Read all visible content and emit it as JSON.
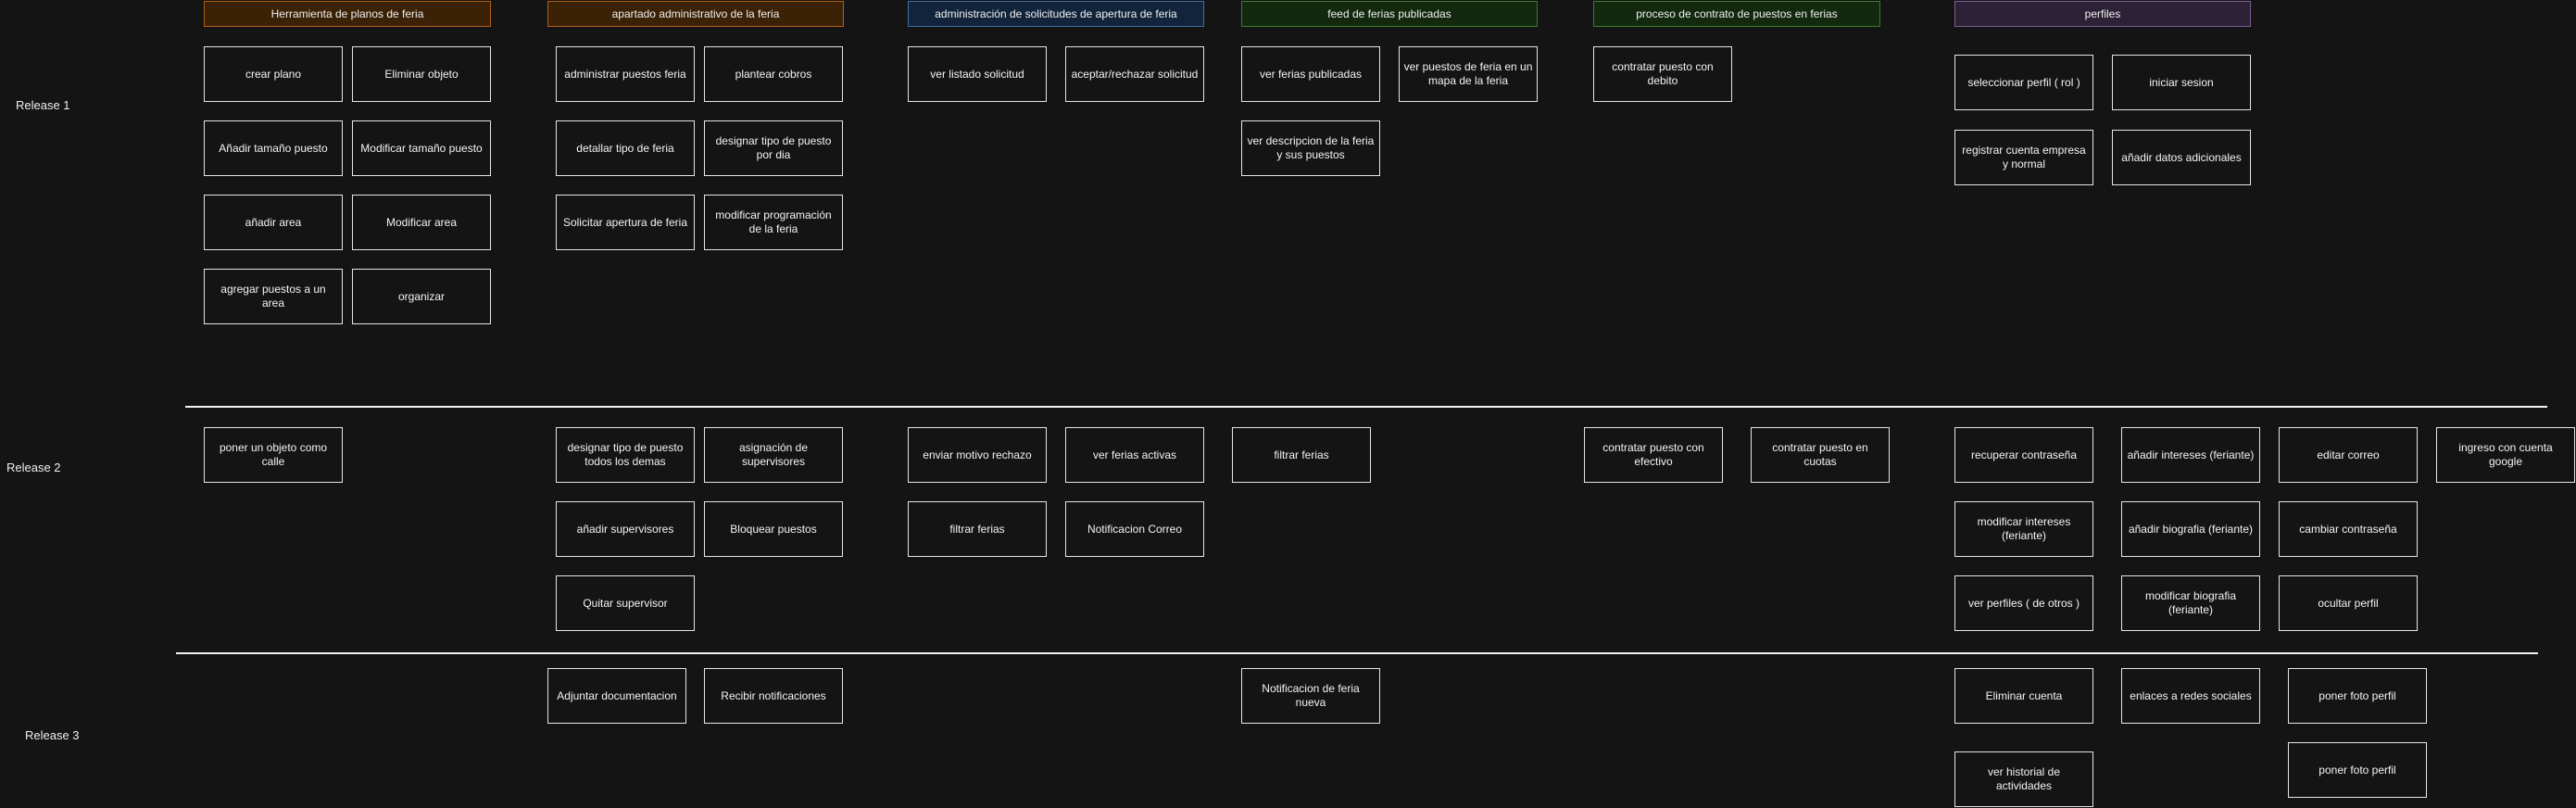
{
  "colors": {
    "background": "#141414",
    "card_border": "#e6e6e6",
    "divider": "#f2f2f2"
  },
  "headers": [
    {
      "id": "planos",
      "label": "Herramienta de planos de feria",
      "fill": "#3b2106",
      "stroke": "#b05f15"
    },
    {
      "id": "admin",
      "label": "apartado administrativo de la feria",
      "fill": "#3b2106",
      "stroke": "#b05f15"
    },
    {
      "id": "solicitudes",
      "label": "administración de solicitudes de apertura  de feria",
      "fill": "#12243b",
      "stroke": "#3b6fa6"
    },
    {
      "id": "feed",
      "label": "feed de ferias publicadas",
      "fill": "#12290e",
      "stroke": "#3e7a2e"
    },
    {
      "id": "contrato",
      "label": "proceso de contrato de puestos en ferias",
      "fill": "#12290e",
      "stroke": "#3e7a2e"
    },
    {
      "id": "perfiles",
      "label": "perfiles",
      "fill": "#2c2136",
      "stroke": "#7b5e96"
    }
  ],
  "releases": [
    {
      "id": "r1",
      "label": "Release 1"
    },
    {
      "id": "r2",
      "label": "Release 2"
    },
    {
      "id": "r3",
      "label": "Release 3"
    }
  ],
  "cards": [
    {
      "label": "crear plano",
      "release": "r1",
      "epic": "planos"
    },
    {
      "label": "Eliminar objeto",
      "release": "r1",
      "epic": "planos"
    },
    {
      "label": "Añadir  tamaño puesto",
      "release": "r1",
      "epic": "planos"
    },
    {
      "label": "Modificar tamaño puesto",
      "release": "r1",
      "epic": "planos"
    },
    {
      "label": "añadir area",
      "release": "r1",
      "epic": "planos"
    },
    {
      "label": "Modificar area",
      "release": "r1",
      "epic": "planos"
    },
    {
      "label": "agregar puestos a un area",
      "release": "r1",
      "epic": "planos"
    },
    {
      "label": "organizar",
      "release": "r1",
      "epic": "planos"
    },
    {
      "label": "administrar puestos feria",
      "release": "r1",
      "epic": "admin"
    },
    {
      "label": "plantear cobros",
      "release": "r1",
      "epic": "admin"
    },
    {
      "label": "detallar tipo de feria",
      "release": "r1",
      "epic": "admin"
    },
    {
      "label": "designar tipo de puesto por dia",
      "release": "r1",
      "epic": "admin"
    },
    {
      "label": "Solicitar apertura de feria",
      "release": "r1",
      "epic": "admin"
    },
    {
      "label": "modificar programación de la feria",
      "release": "r1",
      "epic": "admin"
    },
    {
      "label": "ver listado solicitud",
      "release": "r1",
      "epic": "solicitudes"
    },
    {
      "label": "aceptar/rechazar solicitud",
      "release": "r1",
      "epic": "solicitudes"
    },
    {
      "label": "ver ferias publicadas",
      "release": "r1",
      "epic": "feed"
    },
    {
      "label": "ver puestos de feria en un mapa de la feria",
      "release": "r1",
      "epic": "feed"
    },
    {
      "label": "ver  descripcion de la feria y sus puestos",
      "release": "r1",
      "epic": "feed"
    },
    {
      "label": "contratar puesto con debito",
      "release": "r1",
      "epic": "contrato"
    },
    {
      "label": "seleccionar perfil ( rol )",
      "release": "r1",
      "epic": "perfiles"
    },
    {
      "label": "iniciar sesion",
      "release": "r1",
      "epic": "perfiles"
    },
    {
      "label": "registrar  cuenta empresa y normal",
      "release": "r1",
      "epic": "perfiles"
    },
    {
      "label": "añadir datos adicionales",
      "release": "r1",
      "epic": "perfiles"
    },
    {
      "label": "poner un objeto como calle",
      "release": "r2",
      "epic": "planos"
    },
    {
      "label": "designar tipo de puesto todos los demas",
      "release": "r2",
      "epic": "admin"
    },
    {
      "label": "asignación de supervisores",
      "release": "r2",
      "epic": "admin"
    },
    {
      "label": "añadir supervisores",
      "release": "r2",
      "epic": "admin"
    },
    {
      "label": "Bloquear puestos",
      "release": "r2",
      "epic": "admin"
    },
    {
      "label": "Quitar supervisor",
      "release": "r2",
      "epic": "admin"
    },
    {
      "label": "enviar motivo rechazo",
      "release": "r2",
      "epic": "solicitudes"
    },
    {
      "label": "ver ferias activas",
      "release": "r2",
      "epic": "solicitudes"
    },
    {
      "label": "filtrar ferias",
      "release": "r2",
      "epic": "solicitudes"
    },
    {
      "label": "Notificacion Correo",
      "release": "r2",
      "epic": "solicitudes"
    },
    {
      "label": "filtrar ferias",
      "release": "r2",
      "epic": "feed"
    },
    {
      "label": "contratar puesto con efectivo",
      "release": "r2",
      "epic": "contrato"
    },
    {
      "label": "contratar puesto en cuotas",
      "release": "r2",
      "epic": "contrato"
    },
    {
      "label": "recuperar contraseña",
      "release": "r2",
      "epic": "perfiles"
    },
    {
      "label": "añadir intereses  (feriante)",
      "release": "r2",
      "epic": "perfiles"
    },
    {
      "label": "editar correo",
      "release": "r2",
      "epic": "perfiles"
    },
    {
      "label": "ingreso con cuenta google",
      "release": "r2",
      "epic": "perfiles"
    },
    {
      "label": "modificar intereses (feriante)",
      "release": "r2",
      "epic": "perfiles"
    },
    {
      "label": "añadir biografia (feriante)",
      "release": "r2",
      "epic": "perfiles"
    },
    {
      "label": "cambiar contraseña",
      "release": "r2",
      "epic": "perfiles"
    },
    {
      "label": "ver perfiles ( de otros )",
      "release": "r2",
      "epic": "perfiles"
    },
    {
      "label": "modificar biografia (feriante)",
      "release": "r2",
      "epic": "perfiles"
    },
    {
      "label": "ocultar perfil",
      "release": "r2",
      "epic": "perfiles"
    },
    {
      "label": "Adjuntar documentacion",
      "release": "r3",
      "epic": "admin"
    },
    {
      "label": "Recibir notificaciones",
      "release": "r3",
      "epic": "admin"
    },
    {
      "label": "Notificacion de feria nueva",
      "release": "r3",
      "epic": "feed"
    },
    {
      "label": "Eliminar cuenta",
      "release": "r3",
      "epic": "perfiles"
    },
    {
      "label": "enlaces a redes sociales",
      "release": "r3",
      "epic": "perfiles"
    },
    {
      "label": "poner foto perfil",
      "release": "r3",
      "epic": "perfiles"
    },
    {
      "label": "ver historial de actividades",
      "release": "r3",
      "epic": "perfiles"
    },
    {
      "label": "poner foto perfil",
      "release": "r3",
      "epic": "perfiles"
    }
  ]
}
